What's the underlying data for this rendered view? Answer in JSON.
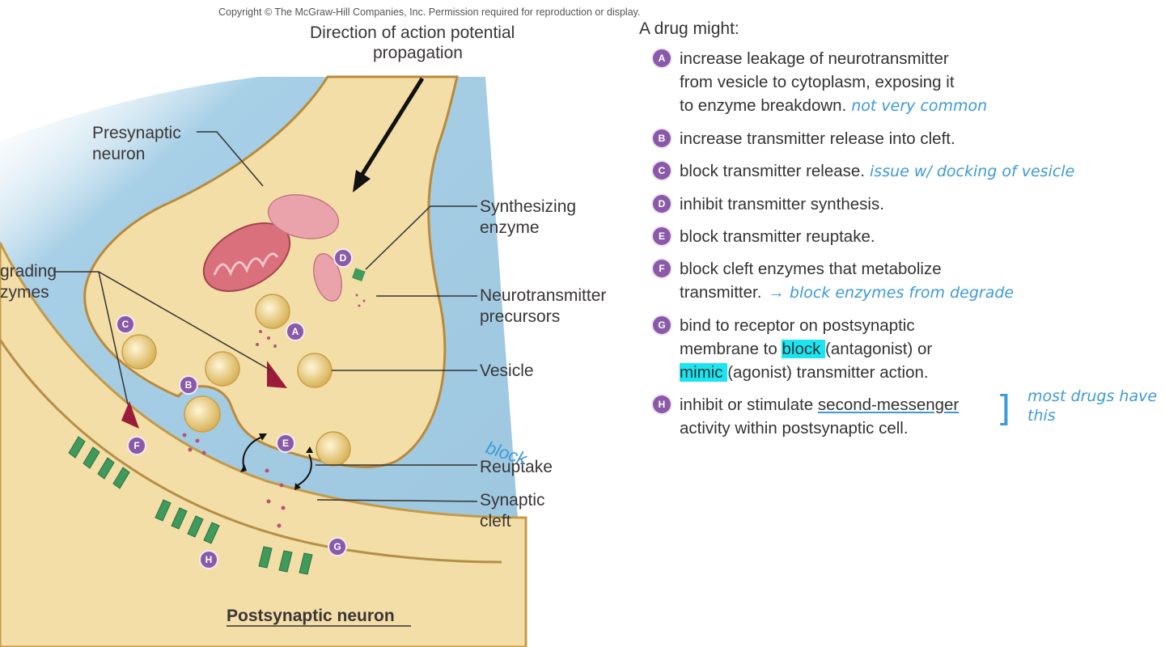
{
  "copyright": "Copyright © The McGraw-Hill Companies, Inc. Permission required for reproduction or display.",
  "diagram": {
    "labels": {
      "direction_line1": "Direction of action potential",
      "direction_line2": "propagation",
      "presynaptic_line1": "Presynaptic",
      "presynaptic_line2": "neuron",
      "degrading_line1": "grading",
      "degrading_line2": "zymes",
      "synthesizing_line1": "Synthesizing",
      "synthesizing_line2": "enzyme",
      "precursors_line1": "Neurotransmitter",
      "precursors_line2": "precursors",
      "vesicle": "Vesicle",
      "reuptake": "Reuptake",
      "cleft_line1": "Synaptic",
      "cleft_line2": "cleft",
      "postsynaptic": "Postsynaptic neuron"
    },
    "badges": {
      "a": "A",
      "b": "B",
      "c": "C",
      "d": "D",
      "e": "E",
      "f": "F",
      "g": "G",
      "h": "H"
    },
    "handwritten_block": "block"
  },
  "panel": {
    "intro": "A drug might:",
    "items": [
      {
        "letter": "A",
        "line1": "increase leakage of neurotransmitter",
        "line2": "from vesicle to cytoplasm, exposing it",
        "line3": "to enzyme breakdown.",
        "note": "not very common"
      },
      {
        "letter": "B",
        "text": "increase transmitter release into cleft."
      },
      {
        "letter": "C",
        "text": "block transmitter release.",
        "note": "issue w/ docking of vesicle"
      },
      {
        "letter": "D",
        "text": "inhibit transmitter synthesis."
      },
      {
        "letter": "E",
        "text": "block transmitter reuptake."
      },
      {
        "letter": "F",
        "line1": "block cleft enzymes that metabolize",
        "line2": "transmitter.",
        "arrow": "→",
        "note": "block enzymes from degrade"
      },
      {
        "letter": "G",
        "line1": "bind to receptor on postsynaptic",
        "line2_pre": "membrane to ",
        "line2_hl": "block ",
        "line2_post": "(antagonist) or",
        "line3_hl": "mimic ",
        "line3_post": "(agonist) transmitter action."
      },
      {
        "letter": "H",
        "line1_pre": "inhibit or stimulate ",
        "line1_ul": "second-messenger",
        "line2": "activity within postsynaptic cell.",
        "note": "most drugs have this"
      }
    ]
  },
  "colors": {
    "neuron": "#f3dea7",
    "neuron_outline": "#c49a4a",
    "cleft": "#a7cfe6",
    "highlight": "#19e6f2",
    "handwriting": "#3d9ad8",
    "badge": "#8a5aa8",
    "receptor": "#3f9a5b",
    "enzyme": "#9b1b3a",
    "mitochondria": "#d9707c"
  }
}
